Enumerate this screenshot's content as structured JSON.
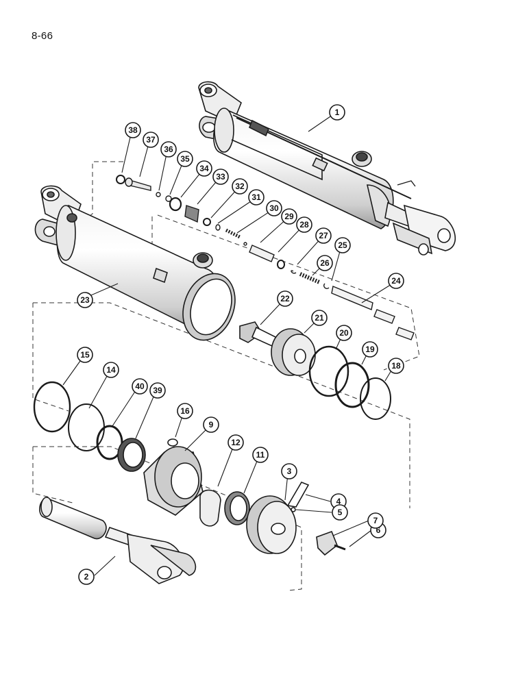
{
  "page_number": "8-66",
  "callouts": [
    "1",
    "2",
    "3",
    "4",
    "5",
    "6",
    "7",
    "9",
    "11",
    "12",
    "14",
    "15",
    "16",
    "18",
    "19",
    "20",
    "21",
    "22",
    "23",
    "24",
    "25",
    "26",
    "27",
    "28",
    "29",
    "30",
    "31",
    "32",
    "33",
    "34",
    "35",
    "36",
    "37",
    "38",
    "39",
    "40"
  ],
  "colors": {
    "ink": "#1a1a1a",
    "paper": "#ffffff",
    "shade": "#d8d8d8"
  }
}
